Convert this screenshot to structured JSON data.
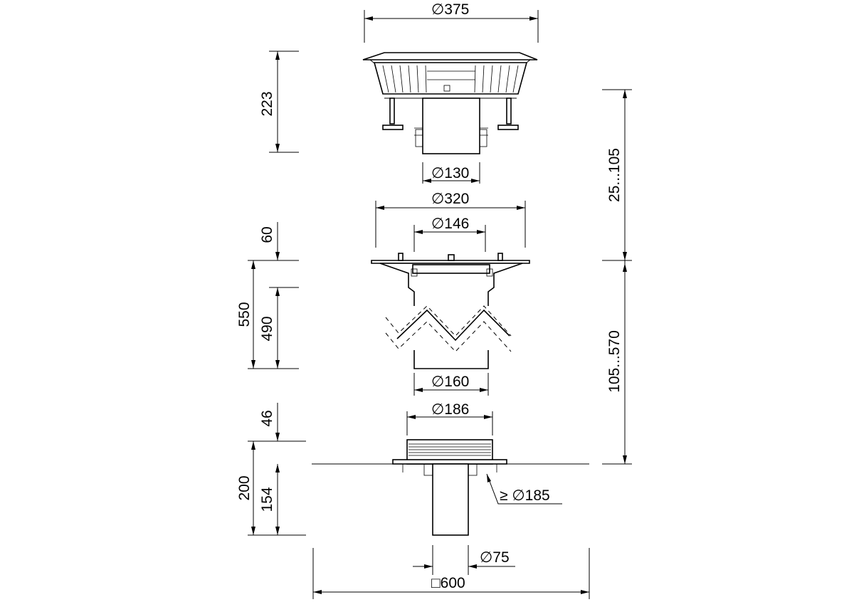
{
  "dimensions": {
    "top_diameter": "375",
    "top_height": "223",
    "adjust_range_upper": "25...105",
    "pipe_diameter_upper": "130",
    "flange_diameter": "320",
    "inner_diameter_mid": "146",
    "mid_offset": "60",
    "mid_total_height": "550",
    "mid_body_height": "490",
    "adjust_range_lower": "105...570",
    "pipe_diameter_mid": "160",
    "base_diameter": "186",
    "base_offset": "46",
    "base_total_height": "200",
    "base_body_height": "154",
    "hole_diameter_note": "≥ ∅185",
    "outlet_diameter": "75",
    "sheet_size": "□600"
  }
}
